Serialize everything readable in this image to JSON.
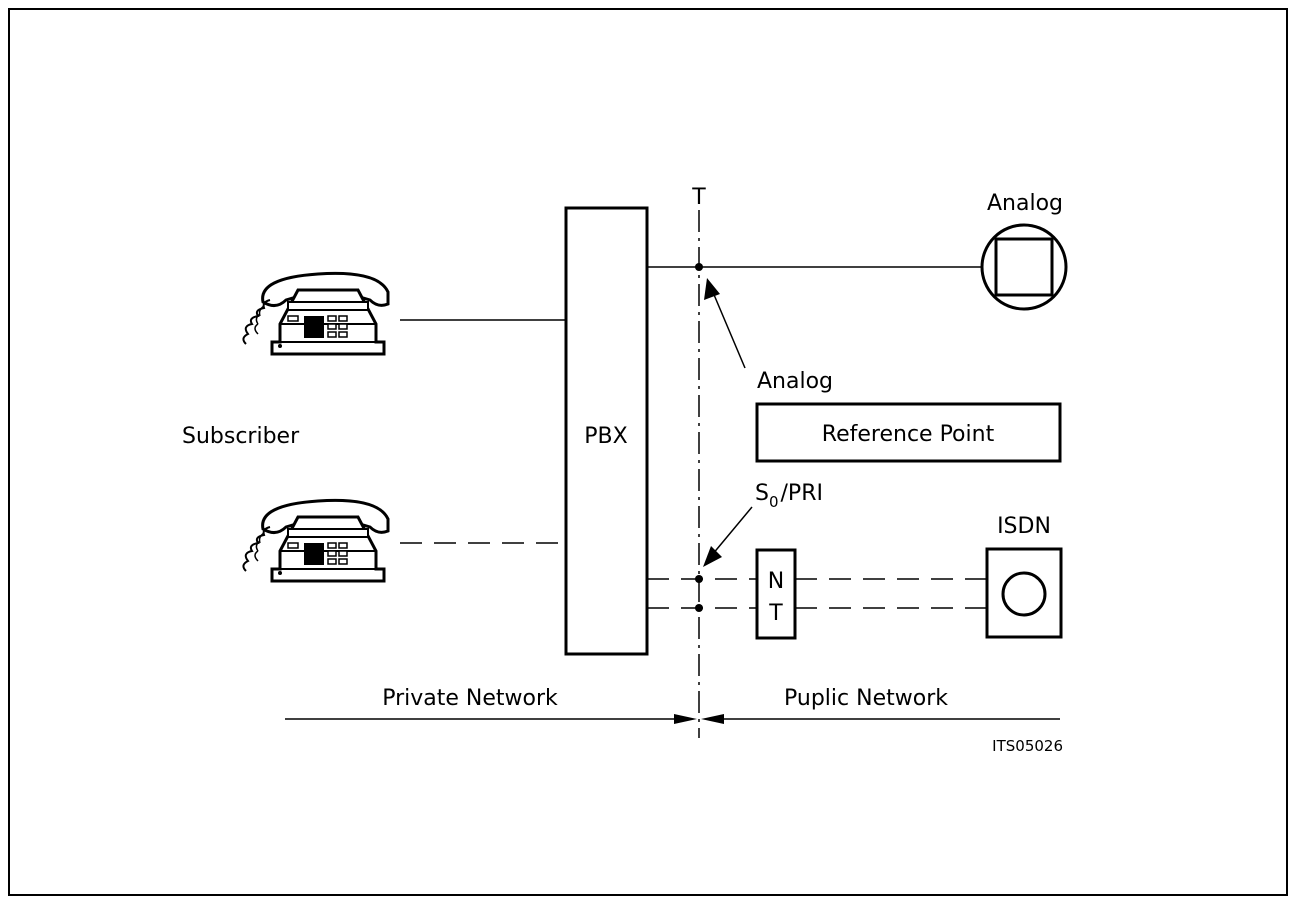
{
  "labels": {
    "subscriber": "Subscriber",
    "pbx": "PBX",
    "t_line": "T",
    "analog_top": "Analog",
    "analog_pointer": "Analog",
    "reference_point": "Reference Point",
    "s0_prefix": "S",
    "s0_sub": "0",
    "s0_suffix": "/PRI",
    "isdn": "ISDN",
    "nt_n": "N",
    "nt_t": "T",
    "private_network": "Private Network",
    "public_network": "Puplic Network",
    "figure_id": "ITS05026"
  },
  "icons": [
    "telephone-icon",
    "analog-terminal-icon",
    "isdn-terminal-icon"
  ]
}
